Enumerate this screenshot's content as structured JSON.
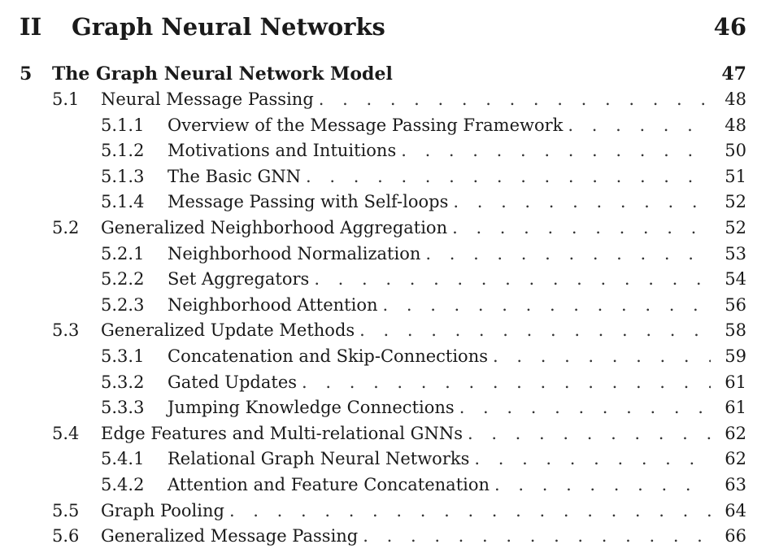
{
  "part": {
    "number": "II",
    "title": "Graph Neural Networks",
    "page": "46"
  },
  "chapter": {
    "number": "5",
    "title": "The Graph Neural Network Model",
    "page": "47"
  },
  "leader_glyph": ". . . . . . . . . . . . . . . . . . . . . . . . . . . . . . . . . . . . . . . . . . . . . . . . . . . . . . . . . . . . . . . . . . . .",
  "entries": [
    {
      "level": "sec",
      "number": "5.1",
      "title": "Neural Message Passing",
      "page": "48"
    },
    {
      "level": "sub",
      "number": "5.1.1",
      "title": "Overview of the Message Passing Framework",
      "page": "48"
    },
    {
      "level": "sub",
      "number": "5.1.2",
      "title": "Motivations and Intuitions",
      "page": "50"
    },
    {
      "level": "sub",
      "number": "5.1.3",
      "title": "The Basic GNN",
      "page": "51"
    },
    {
      "level": "sub",
      "number": "5.1.4",
      "title": "Message Passing with Self-loops",
      "page": "52"
    },
    {
      "level": "sec",
      "number": "5.2",
      "title": "Generalized Neighborhood Aggregation",
      "page": "52"
    },
    {
      "level": "sub",
      "number": "5.2.1",
      "title": "Neighborhood Normalization",
      "page": "53"
    },
    {
      "level": "sub",
      "number": "5.2.2",
      "title": "Set Aggregators",
      "page": "54"
    },
    {
      "level": "sub",
      "number": "5.2.3",
      "title": "Neighborhood Attention",
      "page": "56"
    },
    {
      "level": "sec",
      "number": "5.3",
      "title": "Generalized Update Methods",
      "page": "58"
    },
    {
      "level": "sub",
      "number": "5.3.1",
      "title": "Concatenation and Skip-Connections",
      "page": "59"
    },
    {
      "level": "sub",
      "number": "5.3.2",
      "title": "Gated Updates",
      "page": "61"
    },
    {
      "level": "sub",
      "number": "5.3.3",
      "title": "Jumping Knowledge Connections",
      "page": "61"
    },
    {
      "level": "sec",
      "number": "5.4",
      "title": "Edge Features and Multi-relational GNNs",
      "page": "62"
    },
    {
      "level": "sub",
      "number": "5.4.1",
      "title": "Relational Graph Neural Networks",
      "page": "62"
    },
    {
      "level": "sub",
      "number": "5.4.2",
      "title": "Attention and Feature Concatenation",
      "page": "63"
    },
    {
      "level": "sec",
      "number": "5.5",
      "title": "Graph Pooling",
      "page": "64"
    },
    {
      "level": "sec",
      "number": "5.6",
      "title": "Generalized Message Passing",
      "page": "66"
    }
  ]
}
